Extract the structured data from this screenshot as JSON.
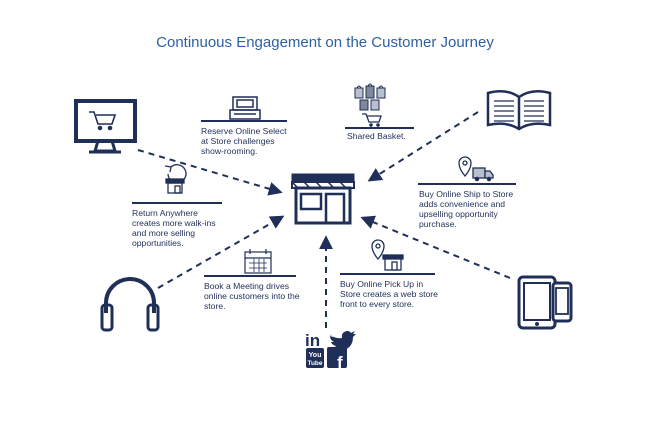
{
  "title": "Continuous Engagement on the Customer Journey",
  "labels": {
    "reserve": "Reserve Online Select at Store challenges show-rooming.",
    "shared": "Shared Basket.",
    "ship": "Buy Online Ship to Store adds convenience and upselling opportunity purchase.",
    "return": "Return Anywhere creates more walk-ins and more selling opportunities.",
    "book": "Book a Meeting drives online customers into the store.",
    "pickup": "Buy Online Pick Up in Store creates a web store front to every store."
  },
  "social": {
    "linkedin": "in",
    "youtube_top": "You",
    "youtube_bottom": "Tube",
    "facebook": "f"
  },
  "colors": {
    "navy": "#1f2f57",
    "title_blue": "#2d5fa6",
    "grey": "#9aa3b5"
  },
  "icons": [
    "computer-cart-icon",
    "register-icon",
    "shopping-bags-icon",
    "open-book-icon",
    "store-icon",
    "location-truck-icon",
    "return-store-icon",
    "calendar-icon",
    "location-store-icon",
    "headphones-icon",
    "tablet-phone-icon",
    "linkedin-icon",
    "twitter-icon",
    "youtube-icon",
    "facebook-icon"
  ]
}
